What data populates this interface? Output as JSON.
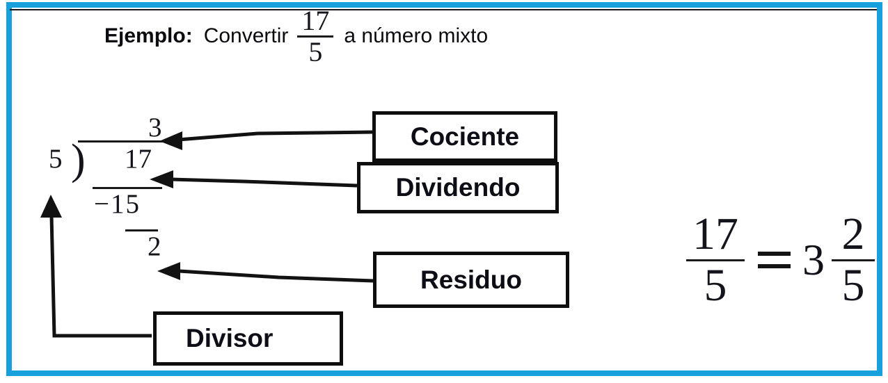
{
  "colors": {
    "frame_blue": "#18a0dc",
    "ink": "#14141c"
  },
  "title": {
    "label_bold": "Ejemplo:",
    "text_before": "Convertir",
    "fraction": {
      "numerator": "17",
      "denominator": "5"
    },
    "text_after": "a número mixto"
  },
  "division": {
    "quotient": "3",
    "divisor": "5",
    "bracket": ")",
    "dividend": "17",
    "subtraction": "−15",
    "remainder": "2"
  },
  "labels": {
    "cociente": "Cociente",
    "dividendo": "Dividendo",
    "residuo": "Residuo",
    "divisor": "Divisor"
  },
  "equation": {
    "lhs": {
      "numerator": "17",
      "denominator": "5"
    },
    "whole": "3",
    "rhs": {
      "numerator": "2",
      "denominator": "5"
    }
  }
}
